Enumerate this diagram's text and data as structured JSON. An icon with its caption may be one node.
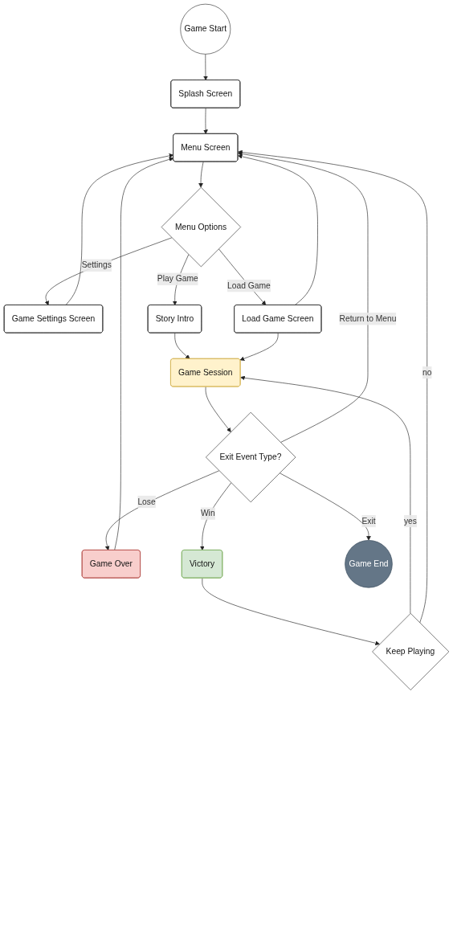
{
  "diagram": {
    "nodes": [
      {
        "text": [
          "Game Start"
        ]
      },
      {
        "text": [
          "Splash Screen"
        ]
      },
      {
        "text": [
          "Menu Screen"
        ]
      },
      {
        "text": [
          "Menu Options"
        ]
      },
      {
        "text": [
          "Game Settings Screen"
        ]
      },
      {
        "text": [
          "Story Intro"
        ]
      },
      {
        "text": [
          "Load Game Screen"
        ]
      },
      {
        "text": [
          "Game Session"
        ]
      },
      {
        "text": [
          "Exit Event Type?"
        ]
      },
      {
        "text": [
          "Game Over"
        ]
      },
      {
        "text": [
          "Victory"
        ]
      },
      {
        "text": [
          "Keep Playing"
        ]
      },
      {
        "text": [
          "Game End"
        ]
      }
    ],
    "edges": [
      {
        "from": 0,
        "to": 1,
        "arrow": "to"
      },
      {
        "from": 1,
        "to": 2,
        "arrow": "to"
      },
      {
        "from": 2,
        "to": 3,
        "arrow": "to"
      },
      {
        "from": 3,
        "to": 4,
        "label": "Settings",
        "arrow": "to"
      },
      {
        "from": 3,
        "to": 5,
        "label": "Play Game",
        "arrow": "to"
      },
      {
        "from": 3,
        "to": 6,
        "label": "Load Game",
        "arrow": "to"
      },
      {
        "from": 4,
        "to": 2,
        "arrow": "to"
      },
      {
        "from": 6,
        "to": 2,
        "arrow": "to"
      },
      {
        "from": 5,
        "to": 7,
        "arrow": "to"
      },
      {
        "from": 6,
        "to": 7,
        "arrow": "to"
      },
      {
        "from": 7,
        "to": 8,
        "arrow": "to"
      },
      {
        "from": 8,
        "to": 9,
        "label": "Lose",
        "arrow": "to"
      },
      {
        "from": 8,
        "to": 10,
        "label": "Win",
        "arrow": "to"
      },
      {
        "from": 8,
        "to": 2,
        "label": "Return to Menu",
        "arrow": "to"
      },
      {
        "from": 8,
        "to": 12,
        "label": "Exit",
        "arrow": "to"
      },
      {
        "from": 9,
        "to": 2,
        "arrow": "to"
      },
      {
        "from": 10,
        "to": 11,
        "arrow": "to"
      },
      {
        "from": 11,
        "to": 7,
        "label": "yes",
        "arrow": "to"
      },
      {
        "from": 11,
        "to": 2,
        "label": "no",
        "arrow": "to"
      }
    ]
  }
}
